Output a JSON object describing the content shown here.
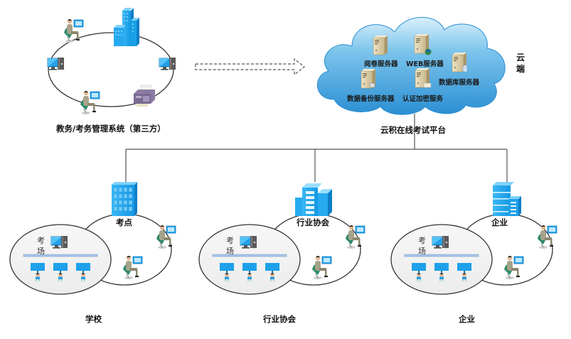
{
  "diagram": {
    "third_party": {
      "label": "教务/考务管理系统（第三方）",
      "nodes": [
        "building-icon",
        "user-at-computer-icon",
        "desktop-computer-icon",
        "desktop-computer-icon",
        "user-at-computer-icon",
        "fax-machine-icon"
      ]
    },
    "link_arrow": {
      "style": "dashed",
      "direction": "right"
    },
    "cloud": {
      "side_label": "云端",
      "platform_label": "云积在线考试平台",
      "servers": [
        {
          "label": "阅卷服务器",
          "badge": "none"
        },
        {
          "label": "WEB服务器",
          "badge": "globe"
        },
        {
          "label": "数据库服务器",
          "badge": "database"
        },
        {
          "label": "数据备份服务器",
          "badge": "backup"
        },
        {
          "label": "认证加密服务",
          "badge": "card"
        }
      ],
      "fill_color": "#3a9ad9"
    },
    "sites": [
      {
        "node_label": "考点",
        "bottom_label": "学校",
        "building": "tower"
      },
      {
        "node_label": "行业协会",
        "bottom_label": "行业协会",
        "building": "office-complex"
      },
      {
        "node_label": "企业",
        "bottom_label": "企业",
        "building": "server-building"
      }
    ],
    "exam_room": {
      "label_line1": "考",
      "label_line2": "场",
      "terminals": 3
    },
    "colors": {
      "accent_blue": "#1e9be6",
      "line": "#555555",
      "ring": "#333333"
    }
  }
}
